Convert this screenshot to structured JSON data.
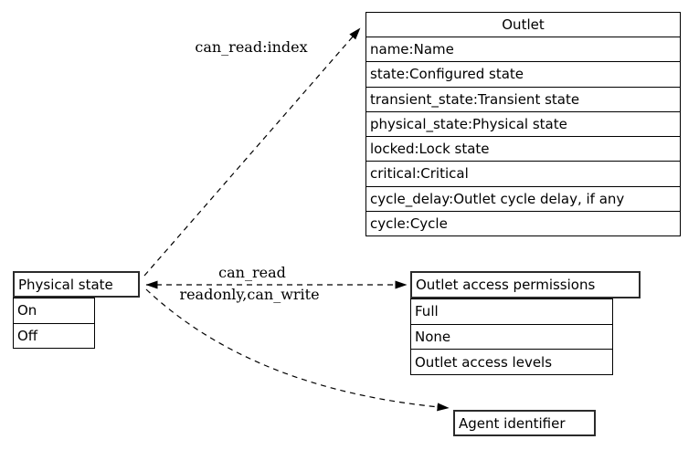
{
  "diagram": {
    "background": "#ffffff",
    "line_color": "#000000",
    "text_color": "#000000",
    "nodes": {
      "outlet": {
        "title": "Outlet",
        "rows": [
          "name:Name",
          "state:Configured state",
          "transient_state:Transient state",
          "physical_state:Physical state",
          "locked:Lock state",
          "critical:Critical",
          "cycle_delay:Outlet cycle delay, if any",
          "cycle:Cycle"
        ]
      },
      "physical_state": {
        "title": "Physical state",
        "rows": [
          "On",
          "Off"
        ]
      },
      "outlet_access_permissions": {
        "title": "Outlet access permissions",
        "rows": [
          "Full",
          "None",
          "Outlet access levels"
        ]
      },
      "agent_identifier": {
        "title": "Agent identifier"
      }
    },
    "edges": {
      "physical_state_to_outlet": {
        "label": "can_read:index",
        "style": "dashed"
      },
      "physical_state_to_outlet_access_permissions": {
        "label_above": "can_read",
        "label_below": "readonly,can_write",
        "style": "dashed",
        "direction": "both"
      },
      "physical_state_to_agent_identifier": {
        "style": "dashed"
      }
    }
  }
}
